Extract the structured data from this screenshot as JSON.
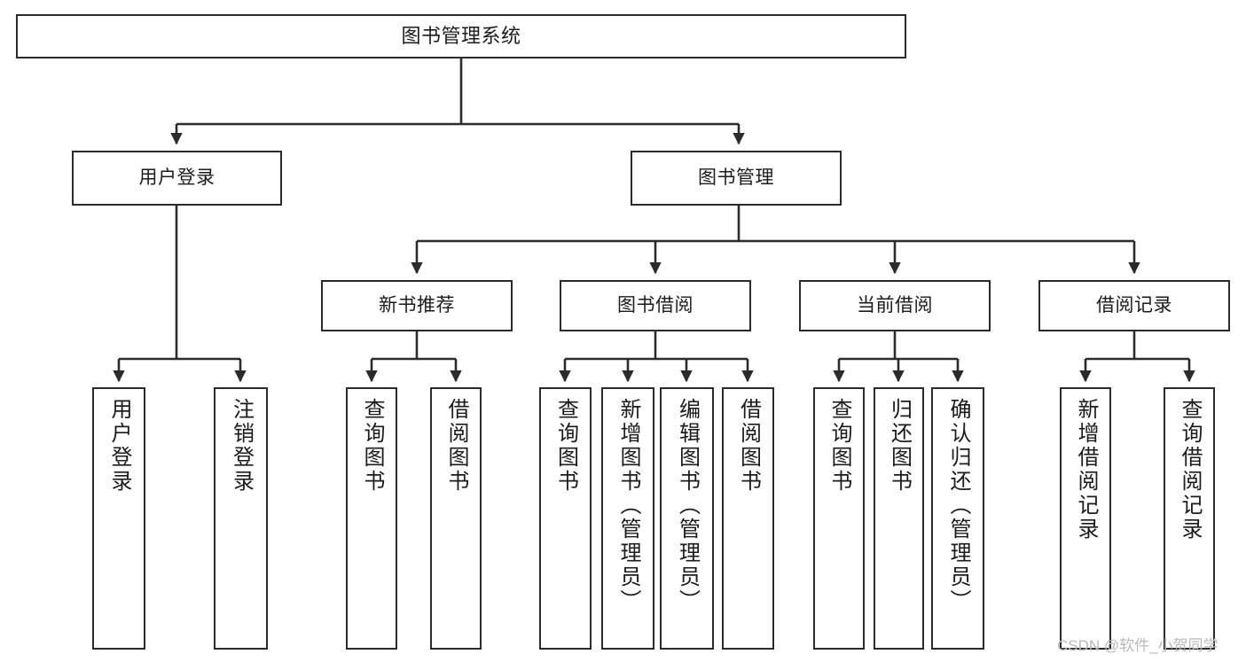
{
  "diagram": {
    "title": "图书管理系统",
    "type": "tree-hierarchy",
    "stroke_color": "#2b2b2b",
    "fill_color": "#ffffff",
    "text_color": "#1b1b1b"
  },
  "watermark": {
    "text": "CSDN @软件_小贺同学",
    "color": "#b9b9b9"
  },
  "nodes": {
    "root": {
      "label": "图书管理系统"
    },
    "level2": [
      {
        "label": "用户登录"
      },
      {
        "label": "图书管理"
      }
    ],
    "level3": [
      {
        "label": "新书推荐"
      },
      {
        "label": "图书借阅"
      },
      {
        "label": "当前借阅"
      },
      {
        "label": "借阅记录"
      }
    ],
    "leaves": {
      "user_login": [
        {
          "label": "用户登录"
        },
        {
          "label": "注销登录"
        }
      ],
      "new_book": [
        {
          "label": "查询图书"
        },
        {
          "label": "借阅图书"
        }
      ],
      "book_borrow": [
        {
          "label": "查询图书"
        },
        {
          "label": "新增图书（管理员）"
        },
        {
          "label": "编辑图书（管理员）"
        },
        {
          "label": "借阅图书"
        }
      ],
      "current_borrow": [
        {
          "label": "查询图书"
        },
        {
          "label": "归还图书"
        },
        {
          "label": "确认归还（管理员）"
        }
      ],
      "borrow_record": [
        {
          "label": "新增借阅记录"
        },
        {
          "label": "查询借阅记录"
        }
      ]
    }
  }
}
